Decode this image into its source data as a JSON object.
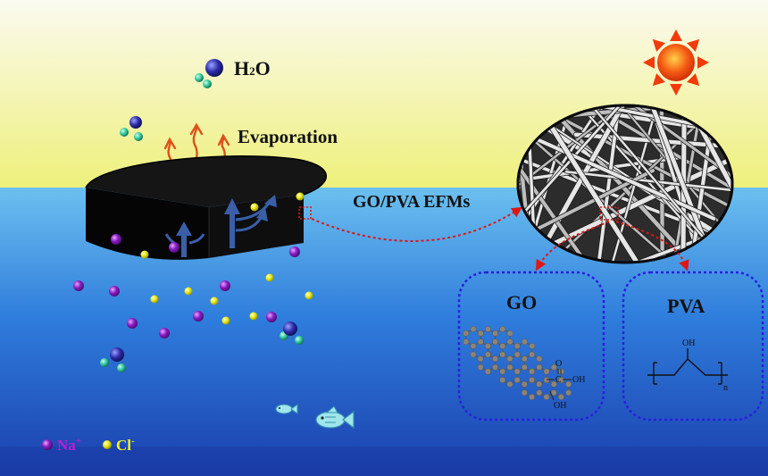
{
  "labels": {
    "h2o_main": "H",
    "h2o_sub": "2",
    "h2o_o": "O",
    "evaporation": "Evaporation",
    "membrane": "GO/PVA EFMs",
    "go": "GO",
    "pva": "PVA",
    "cooh_o": "O",
    "cooh_c": "C",
    "cooh_oh": "OH",
    "go_oh": "OH",
    "pva_oh": "OH",
    "pva_n": "n",
    "legend_na": "Na",
    "legend_na_sup": "+",
    "legend_cl": "Cl",
    "legend_cl_sup": "-"
  },
  "colors": {
    "sky_top": "#f7f6d0",
    "sky_bottom": "#eef08a",
    "water_top": "#5fb6ea",
    "water_mid": "#2a6fd8",
    "water_bottom": "#1a3aa8",
    "disk": "#0b0b0b",
    "na_ion": "#8a1bc4",
    "cl_ion": "#e8e814",
    "oxygen": "#2a2aa8",
    "hydrogen": "#2fc49a",
    "steam": "#e0501a",
    "dashed_red": "#e01515",
    "dashed_blue": "#2a1ee0",
    "sun": "#f23a0a",
    "arrow_blue": "#3a5fa8",
    "graphene_atom": "#8c8478"
  }
}
